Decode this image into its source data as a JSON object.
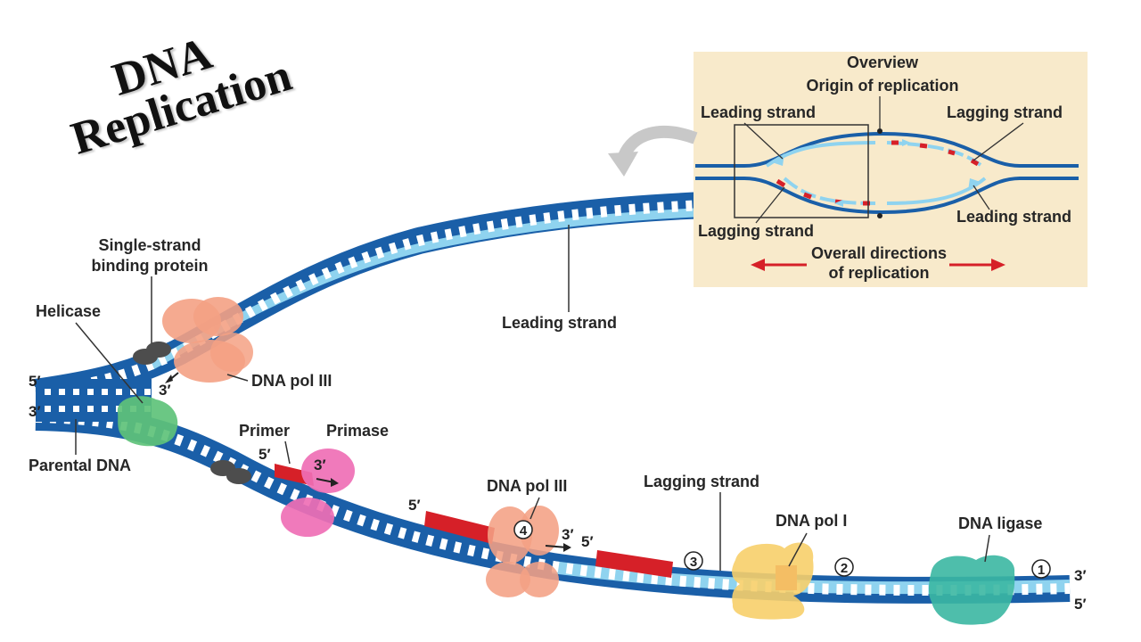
{
  "title": {
    "line1": "DNA",
    "line2": "Replication"
  },
  "labels": {
    "ssb_line1": "Single-strand",
    "ssb_line2": "binding protein",
    "helicase": "Helicase",
    "dna_pol_iii_top": "DNA pol III",
    "leading_strand": "Leading strand",
    "parental_dna": "Parental DNA",
    "primer": "Primer",
    "primase": "Primase",
    "dna_pol_iii_bottom": "DNA pol III",
    "lagging_strand": "Lagging strand",
    "dna_pol_i": "DNA pol I",
    "dna_ligase": "DNA ligase"
  },
  "ends": {
    "left_top": "5′",
    "left_bottom": "3′",
    "fork_3": "3′",
    "primer_5": "5′",
    "primase_3": "3′",
    "okazaki_5": "5′",
    "pol_3": "3′",
    "pol_5": "5′",
    "right_top": "3′",
    "right_bottom": "5′"
  },
  "steps": {
    "s1": "1",
    "s2": "2",
    "s3": "3",
    "s4": "4"
  },
  "overview": {
    "title": "Overview",
    "origin": "Origin of replication",
    "leading_left": "Leading strand",
    "lagging_right": "Lagging strand",
    "lagging_left": "Lagging strand",
    "leading_right": "Leading strand",
    "directions_line1": "Overall directions",
    "directions_line2": "of replication"
  },
  "colors": {
    "strand_dark": "#1a5fa8",
    "strand_light": "#8fd3ef",
    "primer_red": "#d62028",
    "panel_bg": "#f8eacb",
    "helicase": "#5ec27a",
    "primase": "#ef6fb5",
    "pol_iii": "#f4a184",
    "pol_i": "#f7cf6a",
    "ligase": "#3bb7a2",
    "ssb": "#4d4d4d"
  }
}
